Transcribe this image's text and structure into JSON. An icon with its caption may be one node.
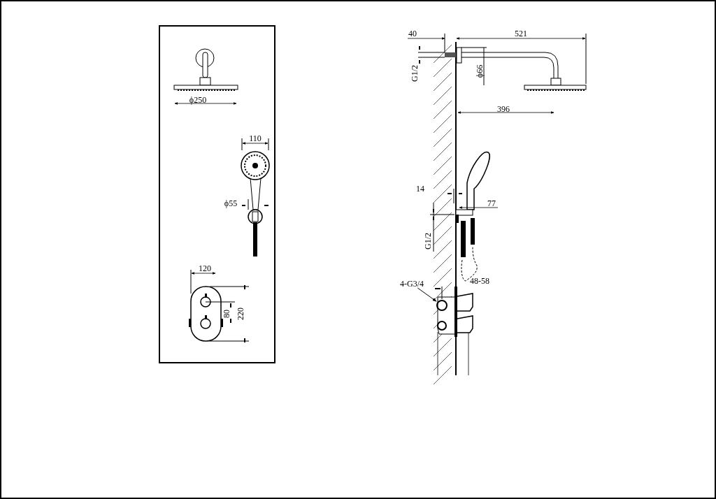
{
  "diagram": {
    "nodes": [
      {
        "text": [
          "4-G3/4"
        ]
      },
      {
        "text": [],
        "shape": "circle"
      }
    ],
    "edges": [
      {
        "from": 0,
        "to": 1,
        "arrow": "to"
      }
    ],
    "labels": [
      "ϕ250",
      "110",
      "ϕ55",
      "120",
      "80",
      "220",
      "40",
      "521",
      "G1/2",
      "ϕ66",
      "396",
      "14",
      "77",
      "G1/2",
      "48-58"
    ]
  }
}
